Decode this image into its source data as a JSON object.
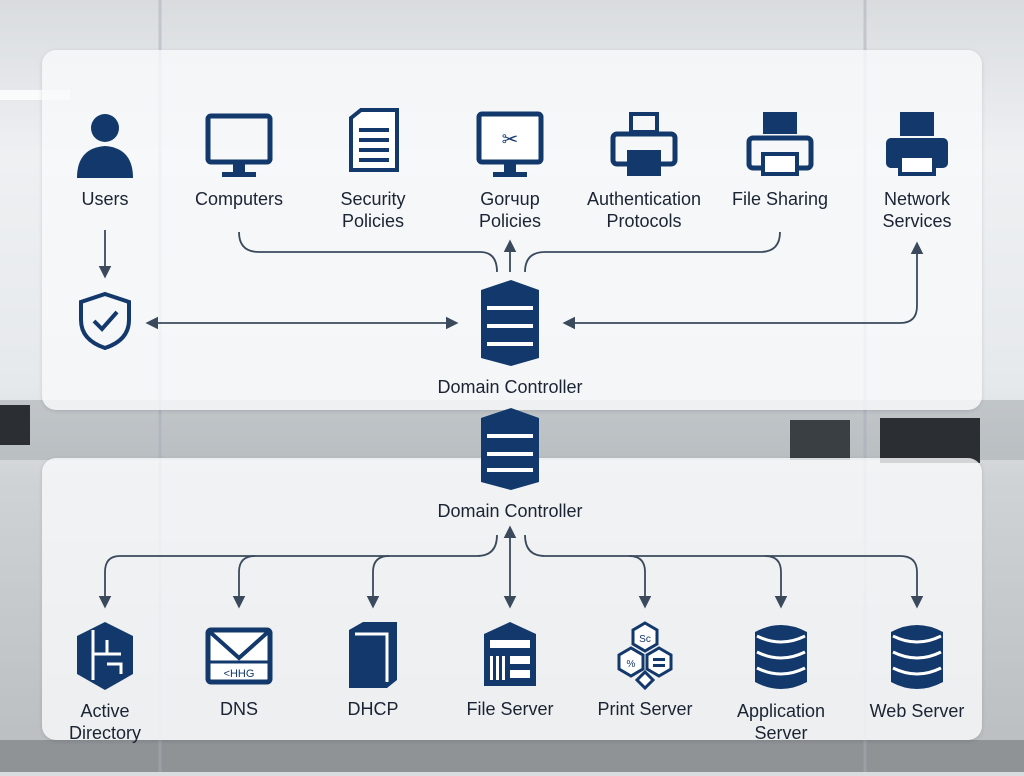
{
  "colors": {
    "icon": "#13386b",
    "line": "#3a4a5c",
    "panel": "#f8f9fa"
  },
  "top_row": [
    {
      "label": "Users",
      "icon": "user-icon"
    },
    {
      "label": "Computers",
      "icon": "monitor-icon"
    },
    {
      "label": "Security\nPolicies",
      "icon": "document-icon"
    },
    {
      "label": "Gorчup\nPolicies",
      "icon": "monitor-policy-icon"
    },
    {
      "label": "Authentication\nProtocols",
      "icon": "printer-icon"
    },
    {
      "label": "File Sharing",
      "icon": "printer-icon"
    },
    {
      "label": "Network\nServices",
      "icon": "printer-icon"
    }
  ],
  "shield": {
    "icon": "shield-check-icon"
  },
  "controllers": [
    {
      "label": "Domain Controller",
      "icon": "server-icon"
    },
    {
      "label": "Domain Controller",
      "icon": "server-icon"
    }
  ],
  "bottom_row": [
    {
      "label": "Active\nDirectory",
      "icon": "active-directory-icon"
    },
    {
      "label": "DNS",
      "icon": "envelope-icon"
    },
    {
      "label": "DHCP",
      "icon": "server-tower-icon"
    },
    {
      "label": "File Server",
      "icon": "file-server-icon"
    },
    {
      "label": "Print Server",
      "icon": "hexagon-cluster-icon"
    },
    {
      "label": "Application\nServer",
      "icon": "database-icon"
    },
    {
      "label": "Web Server",
      "icon": "database-icon"
    }
  ]
}
